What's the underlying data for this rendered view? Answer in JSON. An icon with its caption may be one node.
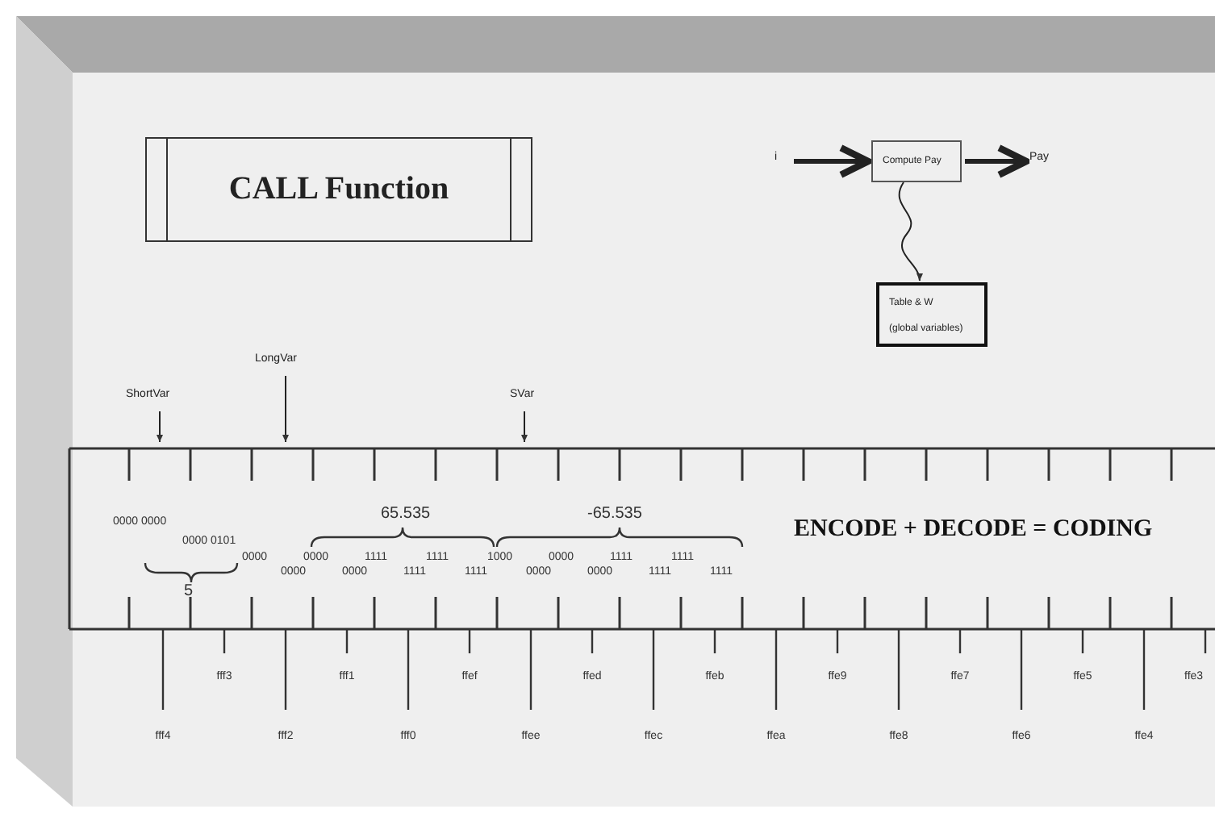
{
  "diagram": {
    "nodes": [
      {
        "text": [
          "CALL Function"
        ]
      },
      {
        "text": [
          "i"
        ]
      },
      {
        "text": [
          "Compute Pay"
        ]
      },
      {
        "text": [
          "Pay"
        ]
      },
      {
        "text": [
          "Table & W",
          "(global variables)"
        ]
      },
      {
        "text": [
          "ShortVar"
        ]
      },
      {
        "text": [
          "LongVar"
        ]
      },
      {
        "text": [
          "SVar"
        ]
      }
    ],
    "edges": [
      {
        "from": 1,
        "to": 2,
        "arrow": "to",
        "style": "thick"
      },
      {
        "from": 2,
        "to": 3,
        "arrow": "to",
        "style": "thick"
      },
      {
        "from": 2,
        "to": 4,
        "arrow": "to"
      },
      {
        "from": 5,
        "to": null,
        "arrow": "to"
      },
      {
        "from": 6,
        "to": null,
        "arrow": "to"
      },
      {
        "from": 7,
        "to": null,
        "arrow": "to"
      }
    ],
    "labels": [
      "0000 0000",
      "0000 0101",
      "5",
      "65.535",
      "-65.535",
      "ENCODE + DECODE = CODING",
      "0000",
      "0000",
      "1111",
      "1111",
      "1000",
      "0000",
      "1111",
      "1111",
      "0000",
      "0000",
      "1111",
      "1111",
      "0000",
      "0000",
      "1111",
      "1111",
      "fff3",
      "fff1",
      "ffef",
      "ffed",
      "ffeb",
      "ffe9",
      "ffe7",
      "ffe5",
      "ffe3",
      "fff4",
      "fff2",
      "fff0",
      "ffee",
      "ffec",
      "ffea",
      "ffe8",
      "ffe6",
      "ffe4"
    ]
  }
}
